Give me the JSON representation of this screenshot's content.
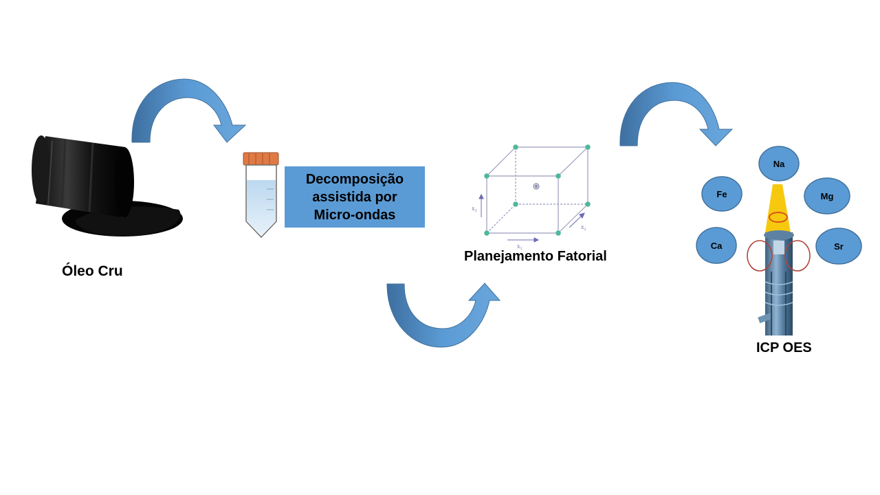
{
  "steps": {
    "crude_oil": "Óleo Cru",
    "digestion_line1": "Decomposição",
    "digestion_line2": "assistida por",
    "digestion_line3": "Micro-ondas",
    "factorial_design": "Planejamento Fatorial",
    "instrument": "ICP OES"
  },
  "elements": [
    "Na",
    "Fe",
    "Mg",
    "Ca",
    "Sr"
  ],
  "cube_axes": [
    "x₁",
    "x₂",
    "x₃"
  ],
  "colors": {
    "arrow": "#5b9bd5",
    "arrow_shade": "#41719c",
    "process_box": "#5b9bd5",
    "element_circle": "#5b9bd5",
    "cube_node": "#4fb89a",
    "flame": "#f6c90e"
  }
}
